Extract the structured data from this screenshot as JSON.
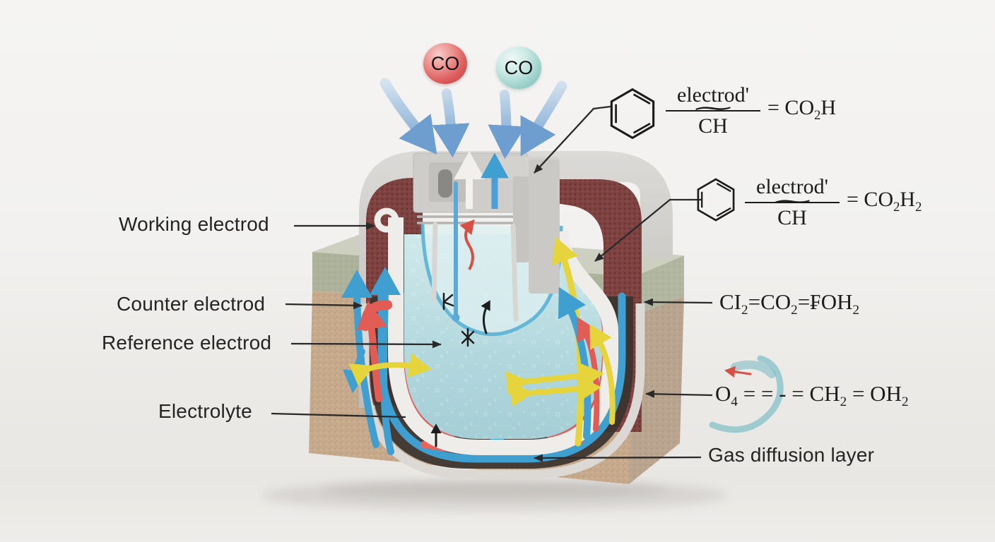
{
  "molecules": {
    "left": "CO",
    "right": "CO"
  },
  "labels": {
    "working": "Working electrod",
    "counter": "Counter electrod",
    "reference": "Reference electrod",
    "electrolyte": "Electrolyte",
    "gas_diffusion": "Gas diffusion layer"
  },
  "formulas": {
    "f1": {
      "numerator": "electrod'",
      "denominator": "CH",
      "rhs": "= CO~2~H"
    },
    "f2": {
      "numerator": "electrod'",
      "denominator": "CH",
      "rhs": "= CO~2~H~2~"
    },
    "f3": "CI~2~=CO~2~=₣OH~2~",
    "f4": "O~4~ = = - = CH~2~ = OH~2~",
    "squiggle": "∼"
  },
  "colors": {
    "co_red": "#d95b59",
    "co_teal": "#9ad1ca",
    "working_electrode": "#7e4340",
    "gas_diffusion_layer": "#c3a687",
    "catalyst_layer": "#adb39b",
    "electrolyte": "#bfe0e3",
    "tube_blue": "#3f9fd0",
    "tube_red": "#e05c55",
    "tube_yellow": "#e6d43c",
    "casing_gray": "#cdcbc8",
    "text": "#1e1e1e"
  }
}
